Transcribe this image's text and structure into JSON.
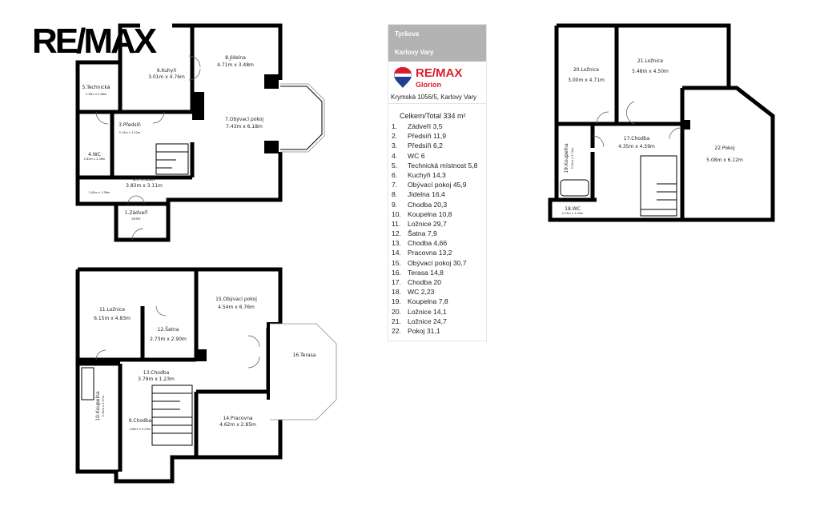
{
  "logo": {
    "text": "RE/MAX"
  },
  "panel": {
    "street": "Tyršova",
    "city": "Karlovy Vary",
    "brand": "RE/MAX",
    "office": "Glorion",
    "address": "Krymská 1056/5, Karlovy Vary",
    "total_label": "Celkem/Total  334 m²",
    "rooms": [
      {
        "n": "1.",
        "label": "Zádveří 3,5"
      },
      {
        "n": "2.",
        "label": "Předsíň 11,9"
      },
      {
        "n": "3.",
        "label": "Předsíň 6,2"
      },
      {
        "n": "4.",
        "label": "WC 6"
      },
      {
        "n": "5.",
        "label": "Technická místnost 5,8"
      },
      {
        "n": "6.",
        "label": "Kuchyň 14,3"
      },
      {
        "n": "7.",
        "label": "Obývací pokoj 45,9"
      },
      {
        "n": "8.",
        "label": "Jídelna 16,4"
      },
      {
        "n": "9.",
        "label": "Chodba 20,3"
      },
      {
        "n": "10.",
        "label": "Koupelna 10,8"
      },
      {
        "n": "11.",
        "label": "Ložnice 29,7"
      },
      {
        "n": "12.",
        "label": "Šatna 7,9"
      },
      {
        "n": "13.",
        "label": "Chodba 4,66"
      },
      {
        "n": "14.",
        "label": "Pracovna 13,2"
      },
      {
        "n": "15.",
        "label": "Obývací pokoj 30,7"
      },
      {
        "n": "16.",
        "label": "Terasa 14,8"
      },
      {
        "n": "17.",
        "label": "Chodba 20"
      },
      {
        "n": "18.",
        "label": "WC 2,23"
      },
      {
        "n": "19.",
        "label": "Koupelna 7,8"
      },
      {
        "n": "20.",
        "label": "Ložnice 14,1"
      },
      {
        "n": "21.",
        "label": "Ložnice 24,7"
      },
      {
        "n": "22.",
        "label": "Pokoj 31,1"
      }
    ]
  },
  "plan": {
    "r1": {
      "name": "1.Zádveří",
      "sub": "ENTRY"
    },
    "r2": {
      "name": "2.Předsíň",
      "dim": "3.83m x 3.11m",
      "sub": "3.40m x 1.58m"
    },
    "r3": {
      "name": "3.Předsíň",
      "dim": "5.12m x 1.22m"
    },
    "r4": {
      "name": "4.WC",
      "dim": "2.82m x 2.06m"
    },
    "r5": {
      "name": "5.Technická",
      "dim": "2.18m x 2.68m"
    },
    "r6": {
      "name": "6.Kuhyň",
      "dim": "3.01m x 4.76m"
    },
    "r7": {
      "name": "7.Obývací pokoj",
      "dim": "7.43m x 6.18m"
    },
    "r8": {
      "name": "8.Jídelna",
      "dim": "4.71m x 3.48m"
    },
    "r9": {
      "name": "9.Chodba",
      "dim": "4.60m x 5.05m"
    },
    "r10": {
      "name": "10.Koupelna",
      "dim": "2.36m x 4.57m"
    },
    "r11": {
      "name": "11.Ložnice",
      "dim": "6.15m x 4.83m"
    },
    "r12": {
      "name": "12.Šatna",
      "dim": "2.73m x 2.90m"
    },
    "r13": {
      "name": "13.Chodba",
      "dim": "3.79m x 1.23m"
    },
    "r14": {
      "name": "14.Pracovna",
      "dim": "4.62m x 2.85m"
    },
    "r15": {
      "name": "15.Obývací pokoj",
      "dim": "4.54m x 6.76m"
    },
    "r16": {
      "name": "16.Terasa"
    },
    "r17": {
      "name": "17.Chodba",
      "dim": "4.35m x 4.59m"
    },
    "r18": {
      "name": "18.WC",
      "dim": "2.23m x 1.00m"
    },
    "r19": {
      "name": "19.Koupelna",
      "dim": "2.10m x 3.70m"
    },
    "r20": {
      "name": "20.Ložnice",
      "dim": "3.00m x 4.71m"
    },
    "r21": {
      "name": "21.Ložnice",
      "dim": "5.48m x 4.50m"
    },
    "r22": {
      "name": "22.Pokoj",
      "dim": "5.08m x 6.12m"
    }
  }
}
